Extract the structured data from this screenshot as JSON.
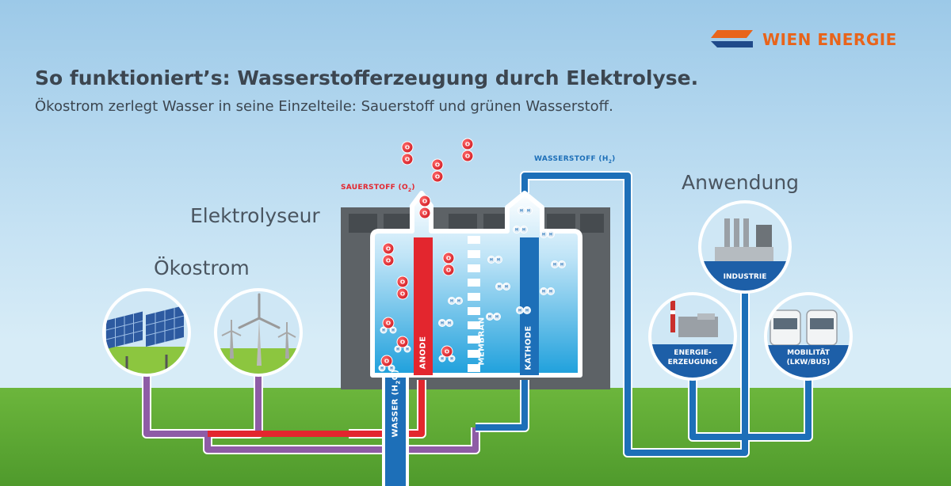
{
  "header": {
    "title": "So funktioniert’s: Wasserstofferzeugung durch Elektrolyse.",
    "subtitle": "Ökostrom zerlegt Wasser in seine Einzelteile: Sauerstoff und grünen Wasserstoff."
  },
  "brand": {
    "name": "WIEN ENERGIE",
    "color": "#e8641b",
    "accent_blue": "#1f4a8a"
  },
  "sections": {
    "oekostrom": "Ökostrom",
    "elektrolyseur": "Elektrolyseur",
    "anwendung": "Anwendung"
  },
  "labels": {
    "sauerstoff": "SAUERSTOFF (O",
    "sauerstoff_sub": "2",
    "wasserstoff": "WASSERSTOFF (H",
    "wasserstoff_sub": "2",
    "wasser": "WASSER (H",
    "wasser_sub": "2",
    "wasser_sub_o": "O)",
    "anode": "ANODE",
    "membran": "MEMBRAN",
    "kathode": "KATHODE",
    "industrie": "INDUSTRIE",
    "energie_1": "ENERGIE-",
    "energie_2": "ERZEUGUNG",
    "mobilitaet_1": "MOBILITÄT",
    "mobilitaet_2": "(LKW/BUS)"
  },
  "molecule_letters": {
    "oxygen": "O",
    "hydrogen": "H"
  },
  "colors": {
    "oxygen_red": "#e3262e",
    "hydrogen_blue": "#1d6fb8",
    "power_purple": "#8e5ca6",
    "water_blue": "#1d6fb8",
    "grass_green": "#5aa632",
    "housing_gray": "#5d6266"
  }
}
